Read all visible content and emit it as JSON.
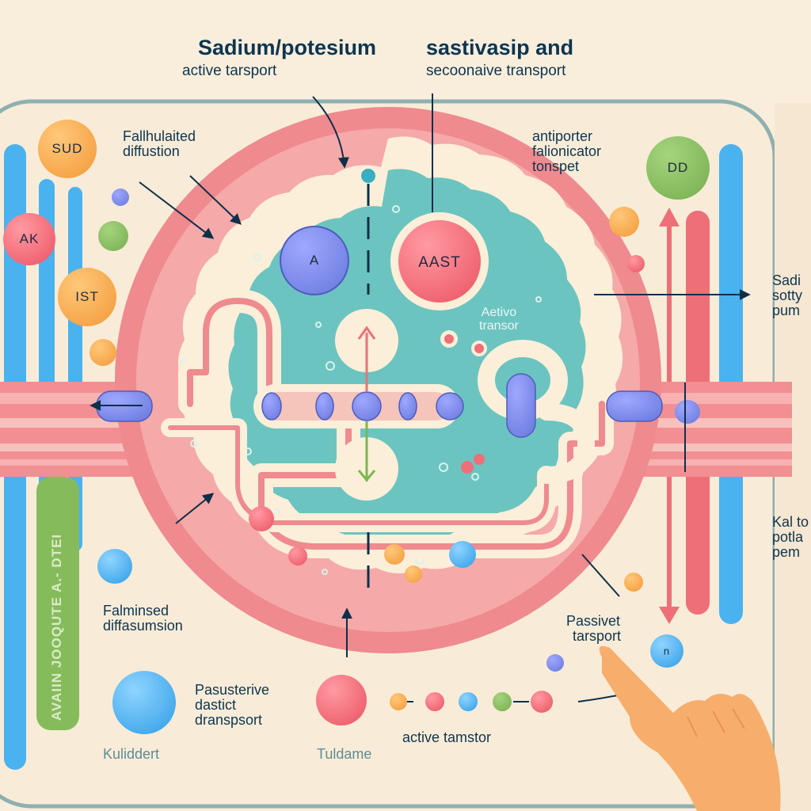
{
  "diagram": {
    "type": "membrane transport illustration",
    "colors": {
      "background": "#f9eedc",
      "panel": "#f8ecd8",
      "panel_border": "#8fb0b0",
      "membrane": "#ee8a8d",
      "cytoplasm": "#6cc4c0",
      "cream": "#fbefd9",
      "protein": "#6f7ee0",
      "blue_pillar": "#4ab2ee",
      "text": "#0e3550"
    }
  },
  "header": {
    "left": {
      "line1": "Sadium/potesium",
      "line2": "active tarsport"
    },
    "right": {
      "line1": "sastivasip and",
      "line2": "secoonaive transport"
    }
  },
  "labels": {
    "facilitated": {
      "line1": "Fallhulaited",
      "line2": "diffustion"
    },
    "antiporter": {
      "line1": "antiporter",
      "line2": "falionicator",
      "line3": "tonspet"
    },
    "inner_active": {
      "line1": "Aetivo",
      "line2": "transor"
    },
    "sodium_pump": {
      "line1": "Sadi",
      "line2": "sotty",
      "line3": "pum"
    },
    "potassium_pump": {
      "line1": "Kal to",
      "line2": "potla",
      "line3": "pem"
    },
    "falminsed": {
      "line1": "Falminsed",
      "line2": "diffasumsion"
    },
    "passive": {
      "line1": "Passivet",
      "line2": "tarsport"
    },
    "pasusterive": {
      "line1": "Pasusterive",
      "line2": "dastict",
      "line3": "dranspsort"
    },
    "active_bottom": "active tamstor",
    "kuliddert": "Kuliddert",
    "tuldame": "Tuldame",
    "green_bar_text": "AVAIIN JOOQUTE  A.- DTEI"
  },
  "molecules": {
    "sud": "SUD",
    "ak": "AK",
    "ist": "IST",
    "a": "A",
    "aast": "AAST",
    "dd": "DD",
    "n": "n"
  }
}
